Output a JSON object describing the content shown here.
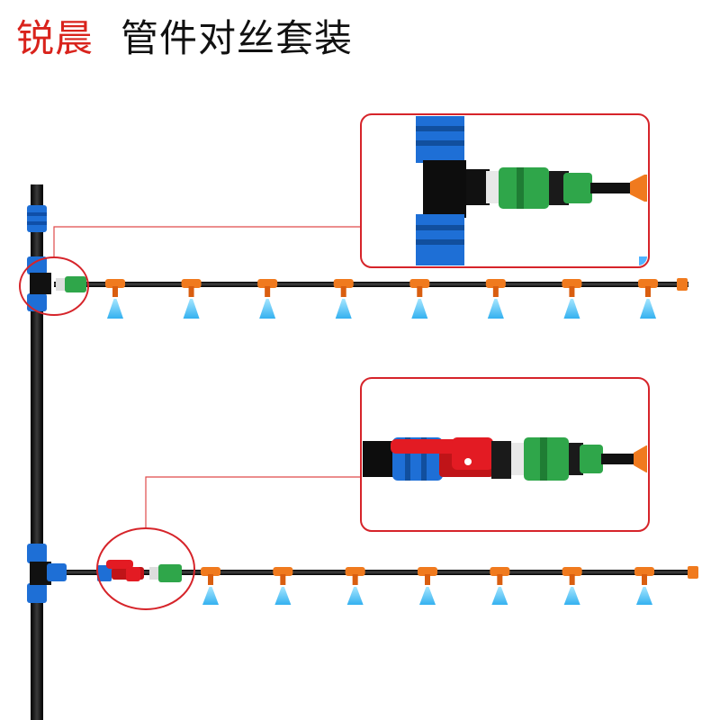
{
  "header": {
    "brand": "锐晨",
    "product_name": "管件对丝套装"
  },
  "colors": {
    "brand": "#d9231c",
    "callout_outline": "#d6242a",
    "main_pipe": "#141414",
    "connector_blue": "#1e6fd6",
    "connector_green": "#2fa64a",
    "nozzle_orange": "#f07a1e",
    "valve_red": "#e31b23",
    "mist": "#3ab8f0"
  },
  "callouts": [
    {
      "id": "tee-joint-detail",
      "icons": [
        "blue-tee-connector-icon",
        "green-adapter-icon",
        "orange-end-plug-icon"
      ]
    },
    {
      "id": "valve-joint-detail",
      "icons": [
        "red-ball-valve-icon",
        "blue-coupler-icon",
        "green-adapter-icon",
        "orange-end-plug-icon"
      ]
    }
  ],
  "branch_lines": [
    {
      "id": "upper-branch",
      "nozzle_count": 8,
      "connector": "tee"
    },
    {
      "id": "lower-branch",
      "nozzle_count": 7,
      "connector": "ball-valve"
    }
  ]
}
